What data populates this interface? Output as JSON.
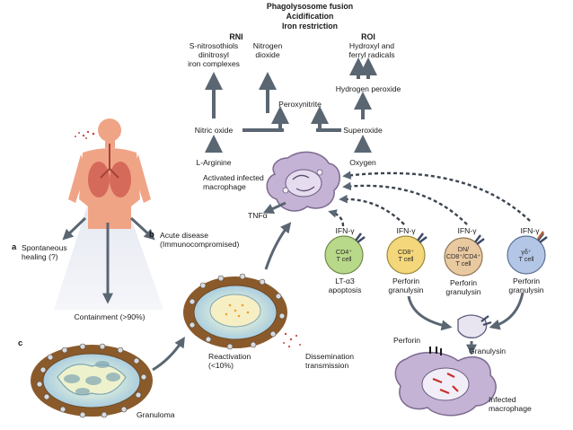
{
  "header": {
    "lines": [
      "Phagolysosome fusion",
      "Acidification",
      "Iron restriction"
    ]
  },
  "rni": {
    "title": "RNI",
    "snitroso": "S-nitrosothiols\ndinitrosyl\niron complexes",
    "no2": "Nitrogen\ndioxide",
    "nitric_oxide": "Nitric oxide",
    "arginine": "L-Arginine",
    "peroxynitrite": "Peroxynitrite"
  },
  "roi": {
    "title": "ROI",
    "hydroxyl": "Hydroxyl and\nferryl radicals",
    "h2o2": "Hydrogen peroxide",
    "superoxide": "Superoxide",
    "oxygen": "Oxygen"
  },
  "macrophage": {
    "label": "Activated infected\nmacrophage",
    "tnf": "TNFα"
  },
  "tcells": [
    {
      "ifn": "IFN-γ",
      "name": "CD4⁺\nT cell",
      "fn": "LT-α3\napoptosis",
      "color": "#b9d98a"
    },
    {
      "ifn": "IFN-γ",
      "name": "CD8⁺\nT cell",
      "fn": "Perforin\ngranulysin",
      "color": "#f3d77a"
    },
    {
      "ifn": "IFN-γ",
      "name": "DN/\nCD8⁺/CD4⁺\nT cell",
      "fn": "Perforin\ngranulysin",
      "color": "#e9c9a0"
    },
    {
      "ifn": "IFN-γ",
      "name": "γδ⁺\nT cell",
      "fn": "Perforin\ngranulysin",
      "color": "#b3c6e6"
    }
  ],
  "body_panel": {
    "a_letter": "a",
    "a_text": "Spontaneous\nhealing (?)",
    "b_letter": "b",
    "b_text": "Acute disease\n(Immunocompromised)",
    "containment": "Containment (>90%)"
  },
  "granuloma_panel": {
    "c_letter": "c",
    "granuloma": "Granuloma",
    "reactivation": "Reactivation\n(<10%)",
    "dissemination": "Dissemination\ntransmission"
  },
  "killing": {
    "perforin": "Perforin",
    "granulysin": "Granulysin",
    "infected": "Infected\nmacrophage"
  },
  "colors": {
    "arrow": "#5a6672",
    "skin": "#f0a486",
    "granuloma_rim": "#8a5a2b",
    "macrophage": "#c4b3d4"
  }
}
